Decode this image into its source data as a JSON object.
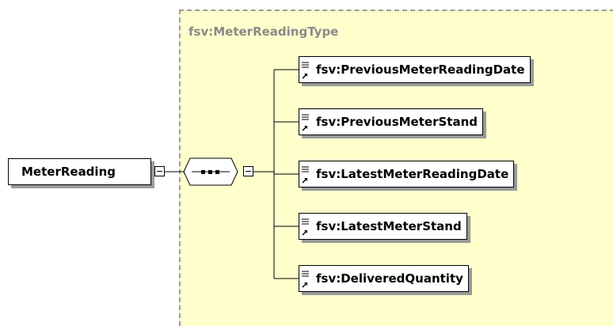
{
  "complex_type": {
    "label": "fsv:MeterReadingType"
  },
  "root_element": {
    "label": "MeterReading"
  },
  "sequence": {
    "icon": "sequence-compositor-icon"
  },
  "child_elements": [
    {
      "label": "fsv:PreviousMeterReadingDate"
    },
    {
      "label": "fsv:PreviousMeterStand"
    },
    {
      "label": "fsv:LatestMeterReadingDate"
    },
    {
      "label": "fsv:LatestMeterStand"
    },
    {
      "label": "fsv:DeliveredQuantity"
    }
  ]
}
